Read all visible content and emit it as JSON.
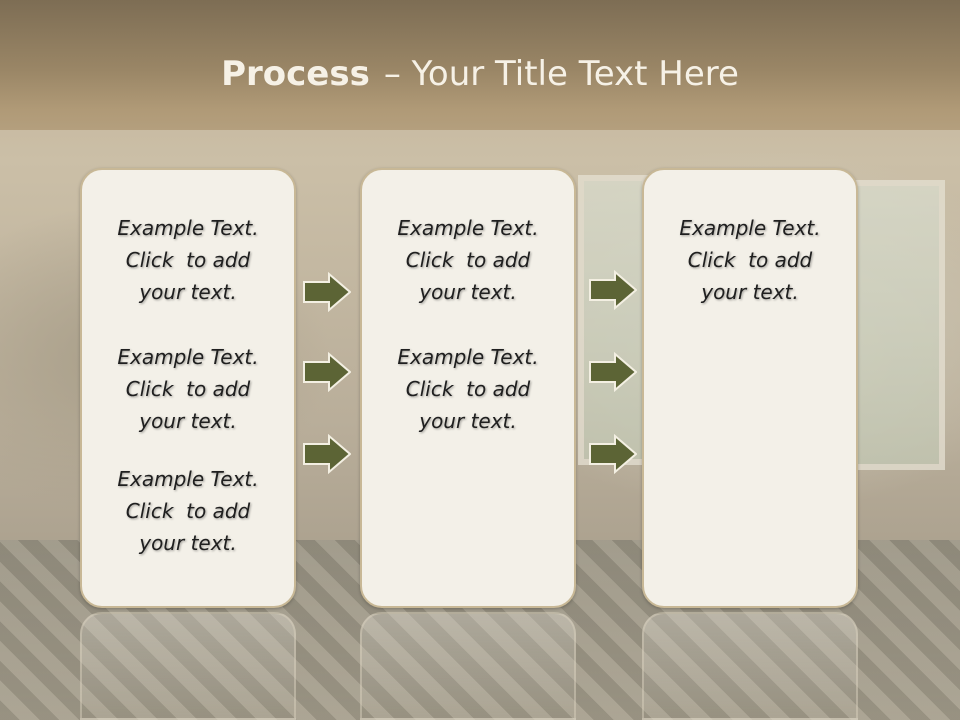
{
  "slide": {
    "title_bold": "Process",
    "title_rest": "– Your Title Text Here"
  },
  "columns": [
    {
      "items": [
        {
          "line1": "Example Text.",
          "line2": "Click  to add",
          "line3": "your text."
        },
        {
          "line1": "Example Text.",
          "line2": "Click  to add",
          "line3": "your text."
        },
        {
          "line1": "Example Text.",
          "line2": "Click  to add",
          "line3": "your text."
        }
      ]
    },
    {
      "items": [
        {
          "line1": "Example Text.",
          "line2": "Click  to add",
          "line3": "your text."
        },
        {
          "line1": "Example Text.",
          "line2": "Click  to add",
          "line3": "your text."
        }
      ]
    },
    {
      "items": [
        {
          "line1": "Example Text.",
          "line2": "Click  to add",
          "line3": "your text."
        }
      ]
    }
  ],
  "colors": {
    "arrow_fill": "#5c6435",
    "arrow_stroke": "#f3efe2",
    "card_fill": "#f3f0e8",
    "title_text": "#f6f1e6"
  },
  "icons": [
    "right-arrow-icon"
  ]
}
